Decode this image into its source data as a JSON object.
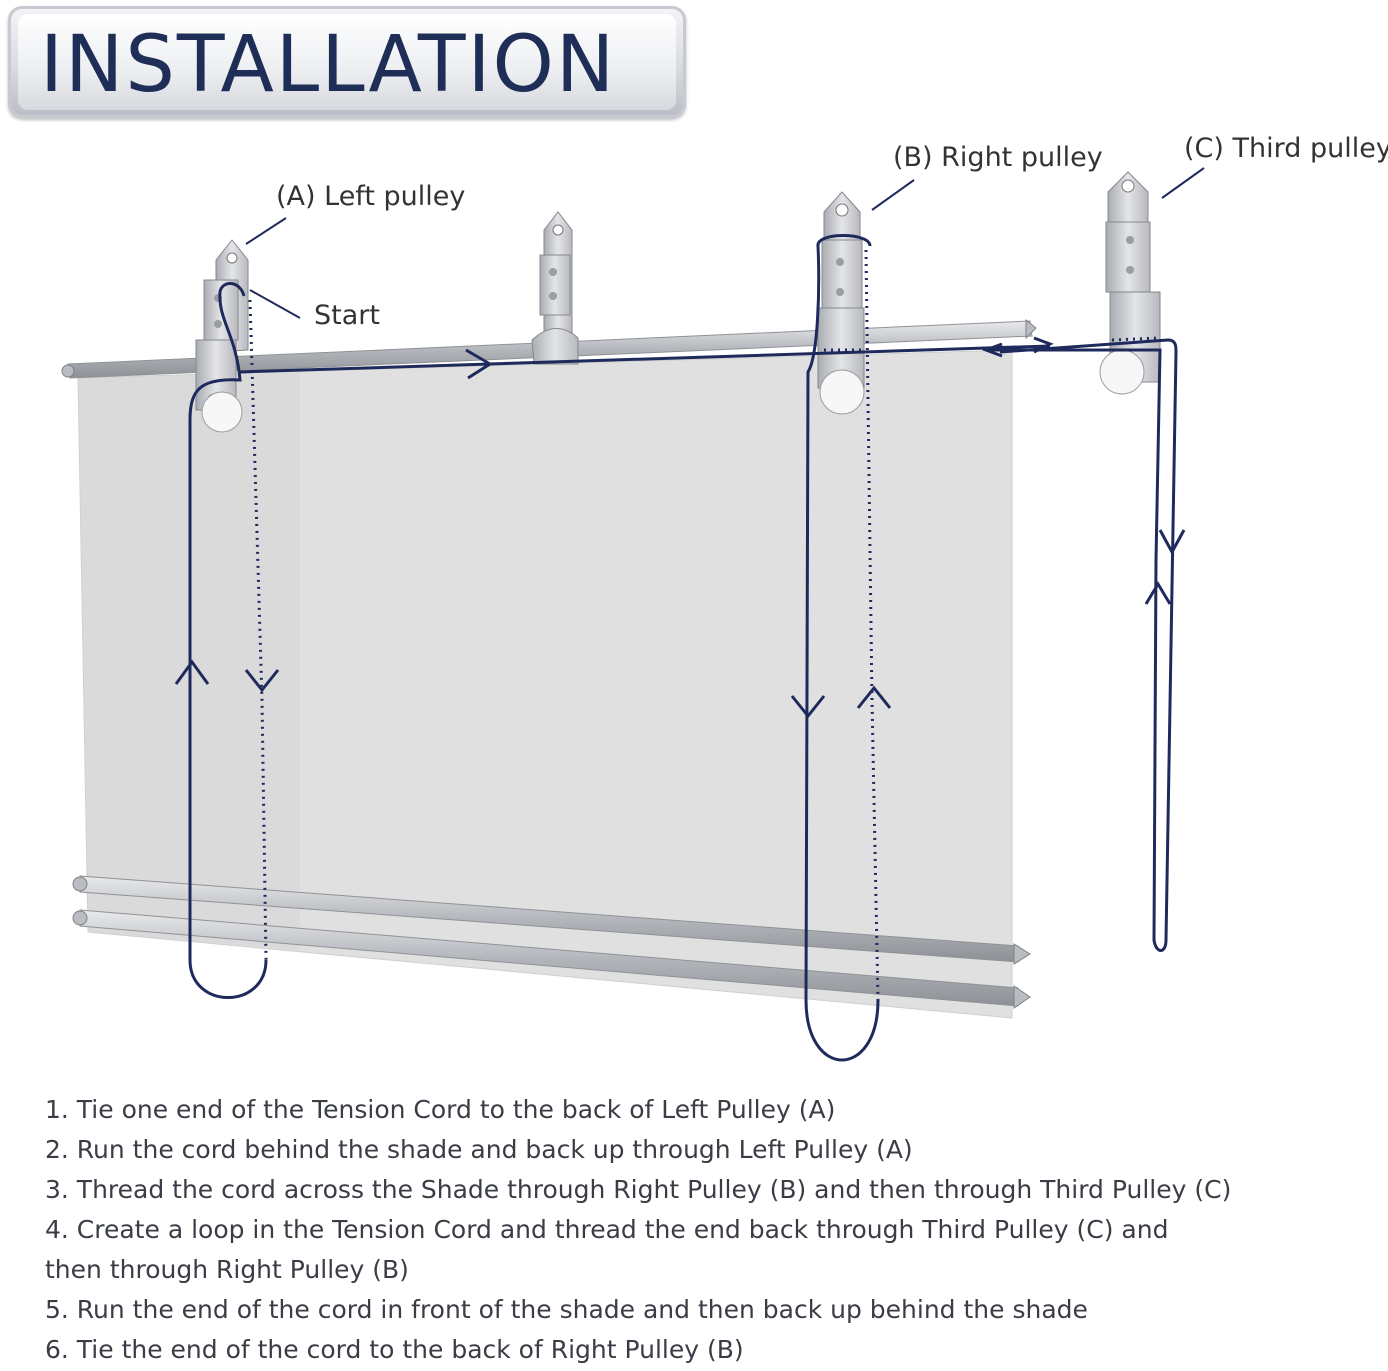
{
  "title": "INSTALLATION",
  "labels": {
    "left_pulley": "(A) Left pulley",
    "right_pulley": "(B) Right pulley",
    "third_pulley": "(C) Third pulley",
    "start": "Start"
  },
  "steps": [
    "1. Tie one end of the Tension Cord to the back of Left Pulley (A)",
    "2. Run the cord behind the shade and back up through Left Pulley (A)",
    "3. Thread the cord across the Shade through Right Pulley (B) and then through Third Pulley (C)",
    "4. Create a loop in the Tension Cord and thread the end back through Third Pulley (C) and",
    "then through Right Pulley (B)",
    "5. Run the end of the cord in front of the shade and then back up behind the shade",
    "6. Tie the end of the cord to the back of Right Pulley (B)"
  ],
  "colors": {
    "cord": "#1f2a5c",
    "title": "#1e2e57",
    "shade": "#e3e3e3",
    "metal": "#c9cbcf"
  }
}
